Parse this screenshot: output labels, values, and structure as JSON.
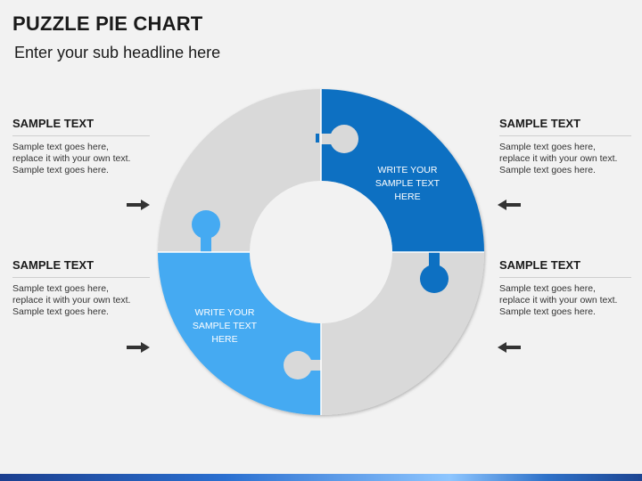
{
  "header": {
    "title": "PUZZLE PIE CHART",
    "subtitle": "Enter your sub headline here"
  },
  "blocks": {
    "top_left": {
      "heading": "SAMPLE TEXT",
      "lines": [
        "Sample text goes here,",
        "replace it with your own text.",
        "Sample text goes here."
      ]
    },
    "bottom_left": {
      "heading": "SAMPLE TEXT",
      "lines": [
        "Sample text goes here,",
        "replace it with your own text.",
        "Sample text goes here."
      ]
    },
    "top_right": {
      "heading": "SAMPLE TEXT",
      "lines": [
        "Sample text goes here,",
        "replace it with your own text.",
        "Sample text goes here."
      ]
    },
    "bottom_right": {
      "heading": "SAMPLE TEXT",
      "lines": [
        "Sample text goes here,",
        "replace it with your own text.",
        "Sample text goes here."
      ]
    }
  },
  "pieces": {
    "top_right": {
      "lines": [
        "WRITE YOUR",
        "SAMPLE  TEXT",
        "HERE"
      ],
      "color": "#0a6fc2"
    },
    "bottom_left": {
      "lines": [
        "WRITE YOUR",
        "SAMPLE  TEXT",
        "HERE"
      ],
      "color": "#45aaf2"
    },
    "grey_color": "#d9d9d9"
  },
  "icons": {
    "left_arrows": "arrow-right-icon",
    "right_arrows": "arrow-left-icon"
  }
}
